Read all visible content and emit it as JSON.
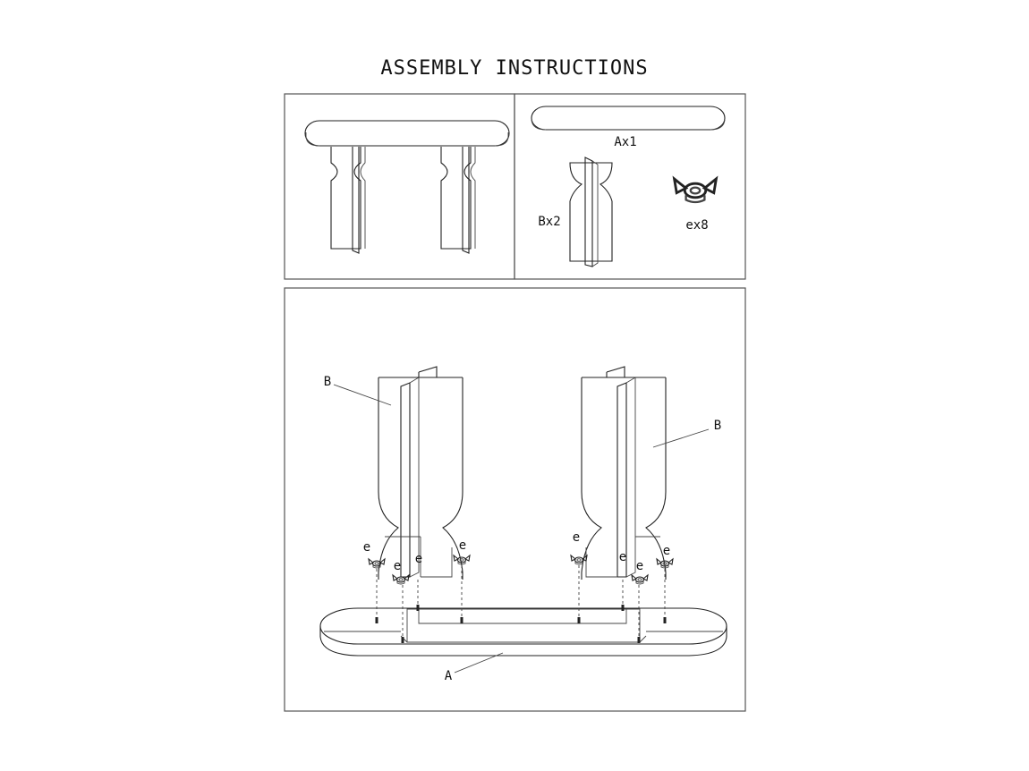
{
  "title": "ASSEMBLY INSTRUCTIONS",
  "parts": [
    {
      "id": "part-a",
      "label": "Ax1"
    },
    {
      "id": "part-b",
      "label": "Bx2"
    },
    {
      "id": "part-e",
      "label": "ex8"
    }
  ],
  "callouts": {
    "leg_left": "B",
    "leg_right": "B",
    "tabletop": "A",
    "nut": "e"
  }
}
